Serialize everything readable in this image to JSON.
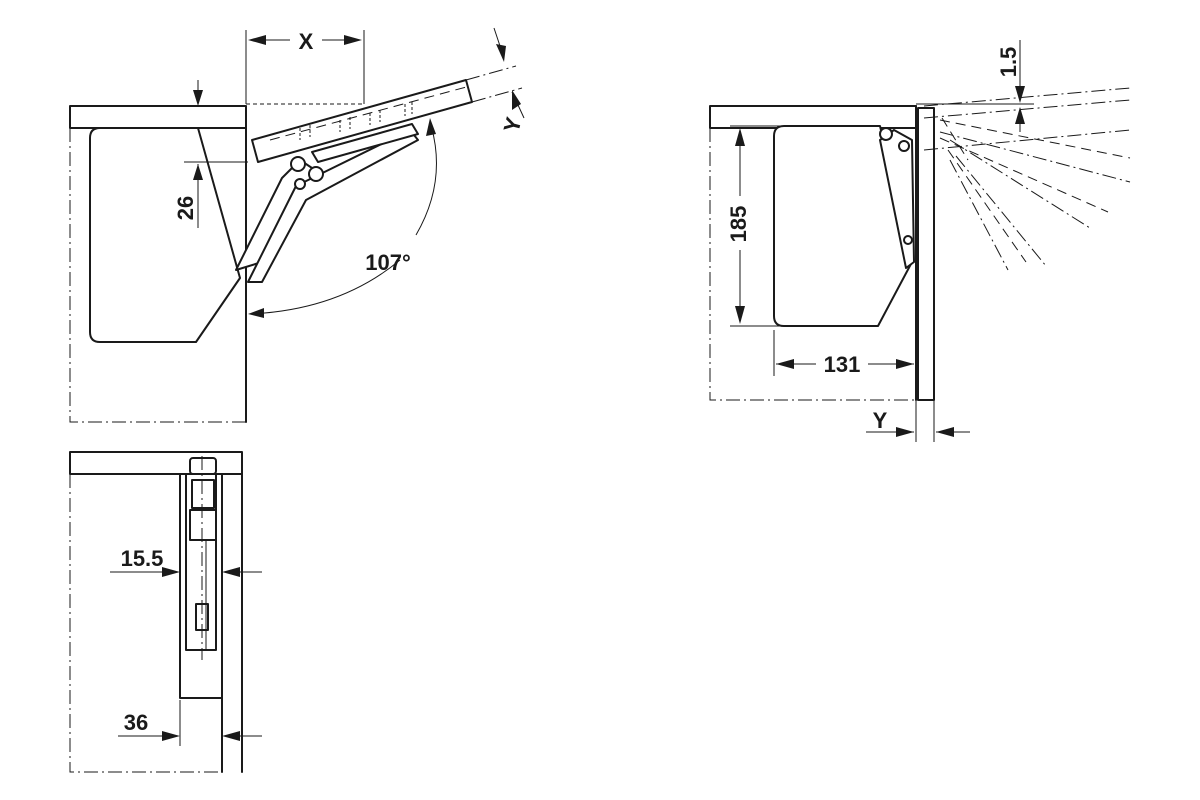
{
  "dimensions": {
    "x": "X",
    "y_top": "Y",
    "d26": "26",
    "angle": "107°",
    "d1_5": "1.5",
    "d185": "185",
    "d131": "131",
    "y_right": "Y",
    "d15_5": "15.5",
    "d36": "36"
  }
}
